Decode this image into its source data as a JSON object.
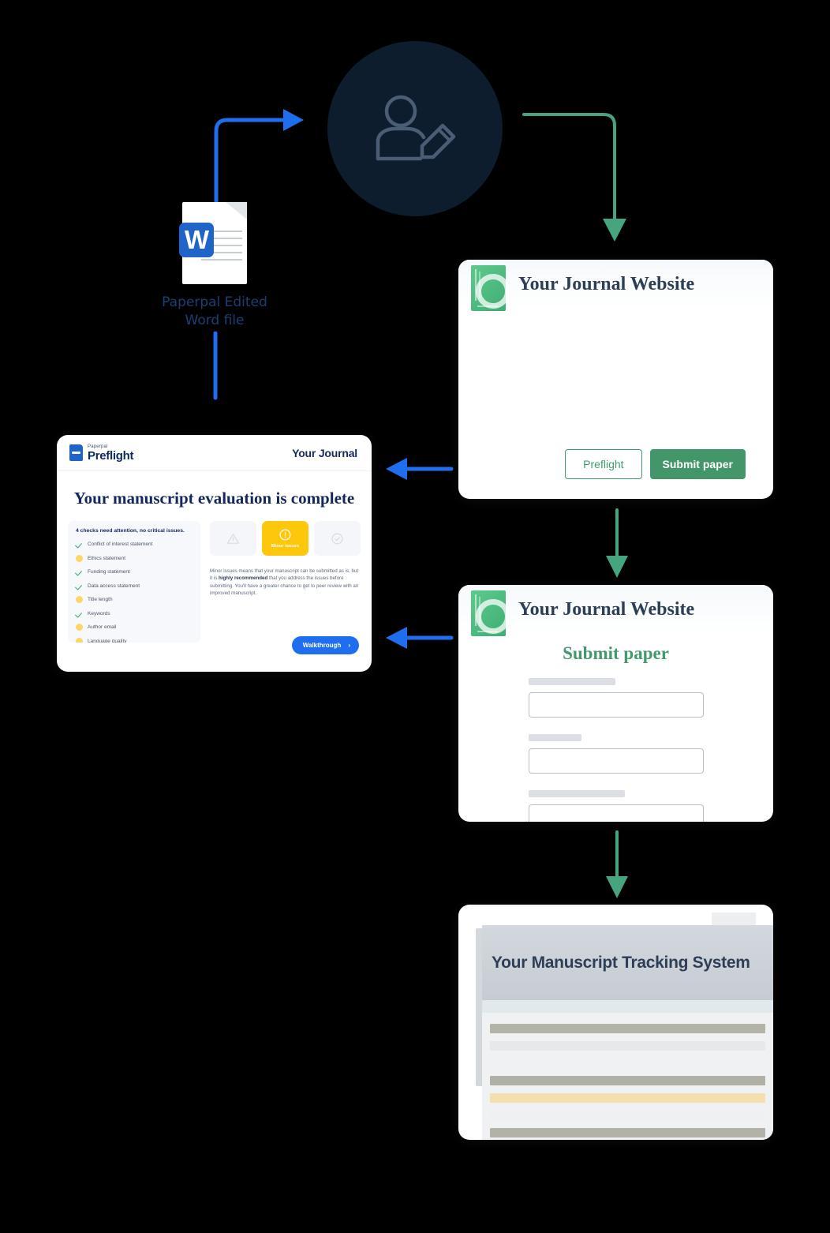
{
  "theme": {
    "background": "#000000",
    "blue_arrow": "#1f6ef0",
    "green_arrow": "#46a57e",
    "navy": "#12285c",
    "green_brand": "#43956a",
    "yellow": "#fdc70c"
  },
  "editor": {
    "icon": "person-with-pencil-icon"
  },
  "word_file": {
    "badge_letter": "W",
    "label_line1": "Paperpal Edited",
    "label_line2": "Word file"
  },
  "preflight_card": {
    "logo_top": "Paperpal",
    "logo_bottom": "Preflight",
    "journal_label": "Your Journal",
    "title": "Your manuscript evaluation is complete",
    "checks_heading": "4 checks need attention, no critical issues.",
    "checks": [
      {
        "label": "Conflict of interest statement",
        "state": "ok"
      },
      {
        "label": "Ethics statement",
        "state": "warn"
      },
      {
        "label": "Funding statement",
        "state": "ok"
      },
      {
        "label": "Data access statement",
        "state": "ok"
      },
      {
        "label": "Title length",
        "state": "warn"
      },
      {
        "label": "Keywords",
        "state": "ok"
      },
      {
        "label": "Author email",
        "state": "warn"
      },
      {
        "label": "Language quality",
        "state": "warn"
      }
    ],
    "status_tiles": [
      {
        "label": "",
        "icon": "warning-triangle-icon",
        "state": "inactive"
      },
      {
        "label": "Minor issues",
        "icon": "exclamation-circle-icon",
        "state": "active"
      },
      {
        "label": "",
        "icon": "check-circle-icon",
        "state": "inactive"
      }
    ],
    "status_desc_part1": "Minor issues means that your manuscript can be submitted as is, but it is ",
    "status_desc_bold": "highly recommended",
    "status_desc_part2": " that you address the issues before submitting. You'll have a greater chance to get to peer review with an improved manuscript.",
    "walkthrough_label": "Walkthrough",
    "walkthrough_chevron": "›"
  },
  "journal_site_card": {
    "title": "Your Journal Website",
    "preflight_button": "Preflight",
    "submit_button": "Submit paper",
    "logo": "journal-cover-icon"
  },
  "submit_form_card": {
    "title": "Your Journal Website",
    "form_title": "Submit paper",
    "fields": [
      {
        "label_width": 110
      },
      {
        "label_width": 67
      },
      {
        "label_width": 122
      }
    ]
  },
  "tracking_card": {
    "title": "Your Manuscript Tracking System",
    "rows": [
      {
        "color": "#b3b3a8",
        "width": "100%"
      },
      {
        "color": "#e7e8ea",
        "width": "100%"
      },
      {
        "color": "#f0f1f3",
        "width": "100%"
      },
      {
        "color": "#b0b0a6",
        "width": "100%"
      },
      {
        "color": "#f5dfae",
        "width": "100%"
      },
      {
        "color": "#eff0f2",
        "width": "100%"
      },
      {
        "color": "#b2b2a9",
        "width": "100%"
      }
    ]
  },
  "arrows": [
    {
      "name": "word-file-to-editor-arrow",
      "color": "#1f6ef0",
      "direction": "up-right"
    },
    {
      "name": "editor-to-journal-site-arrow",
      "color": "#46a57e",
      "direction": "right-down"
    },
    {
      "name": "word-file-down-connector",
      "color": "#1f6ef0",
      "direction": "down"
    },
    {
      "name": "journal-site-to-preflight-arrow",
      "color": "#1f6ef0",
      "direction": "left"
    },
    {
      "name": "submit-form-to-preflight-arrow",
      "color": "#1f6ef0",
      "direction": "left"
    },
    {
      "name": "journal-site-to-submit-form-arrow",
      "color": "#46a57e",
      "direction": "down"
    },
    {
      "name": "submit-form-to-tracking-arrow",
      "color": "#46a57e",
      "direction": "down"
    }
  ]
}
